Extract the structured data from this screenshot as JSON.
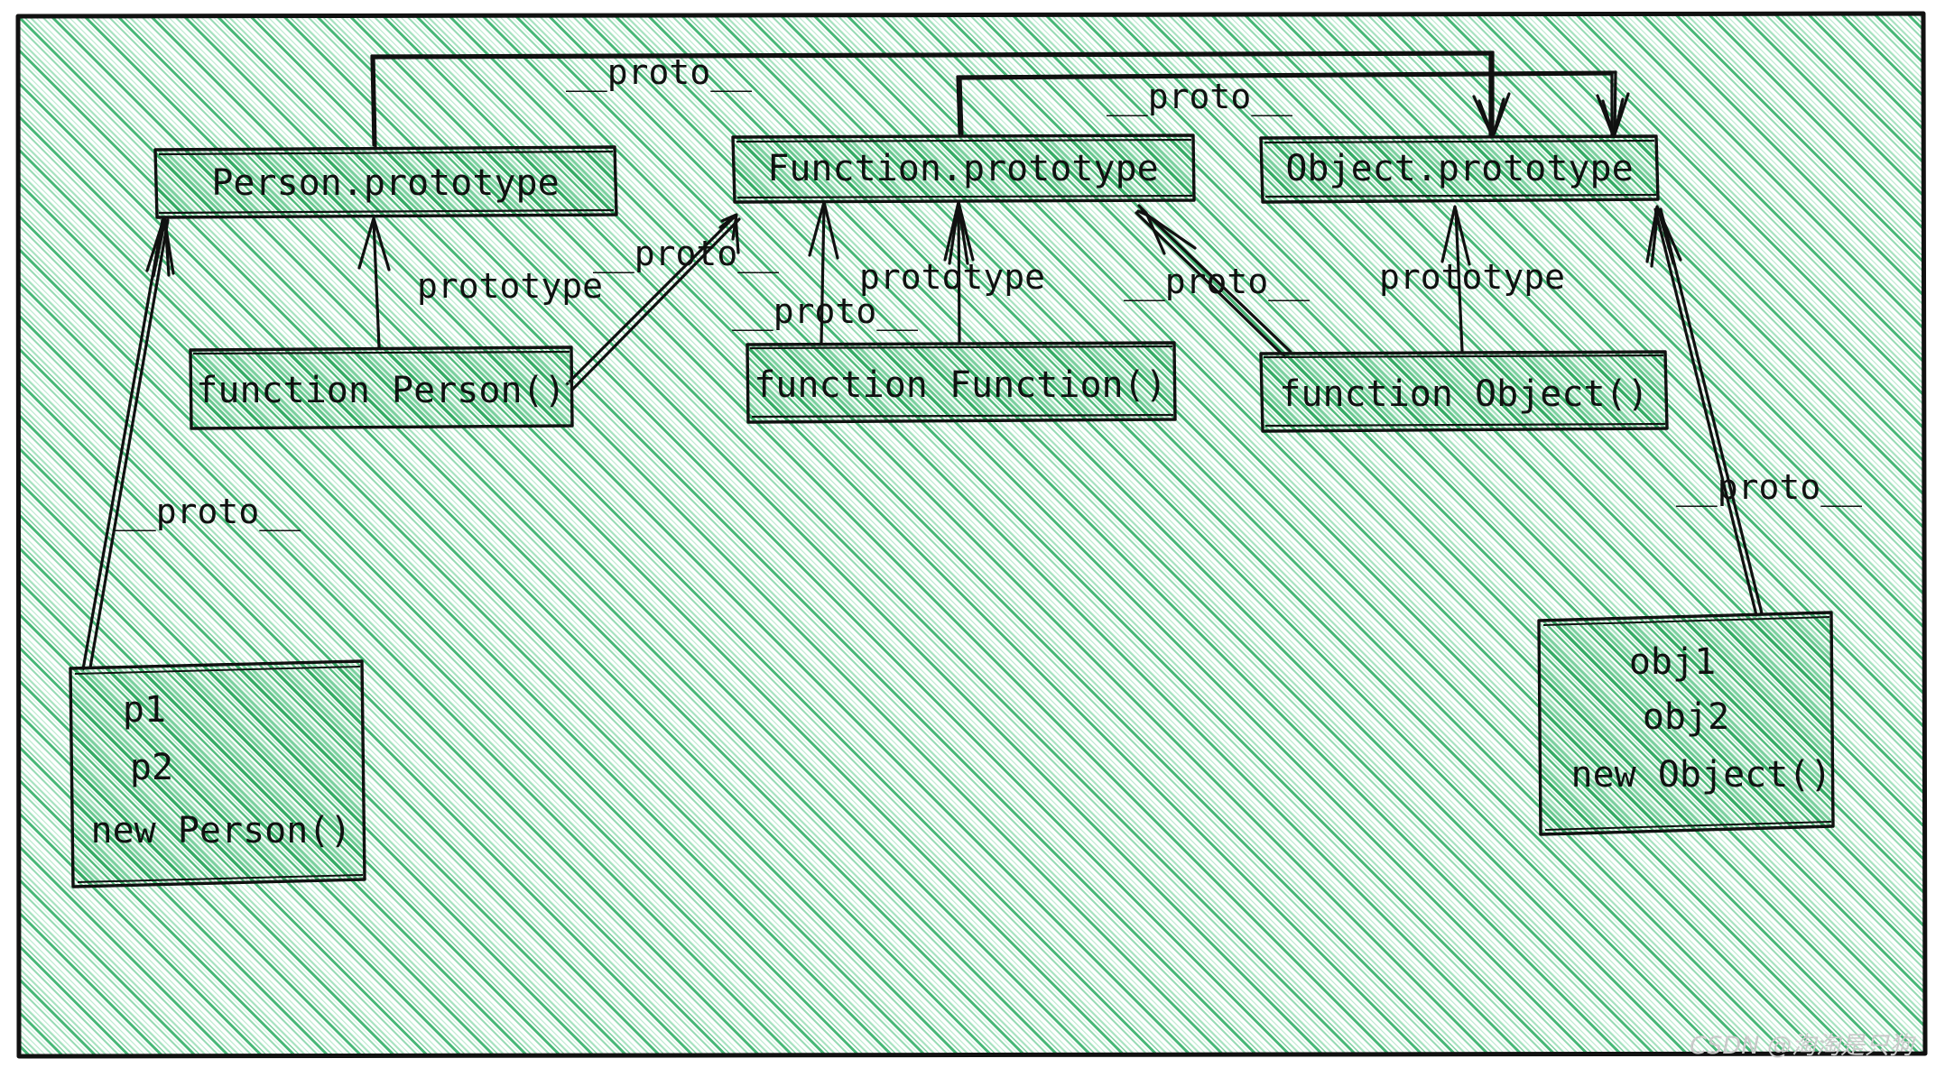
{
  "diagram": {
    "title": "JavaScript prototype chain diagram",
    "style": "hand-drawn sketch, green diagonal hatch fill",
    "colors": {
      "hatch": "#3cb36e",
      "stroke": "#111111",
      "background": "#ffffff",
      "watermark": "#c9c9c9"
    },
    "boxes": [
      {
        "id": "person-prototype",
        "label": "Person.prototype"
      },
      {
        "id": "function-prototype",
        "label": "Function.prototype"
      },
      {
        "id": "object-prototype",
        "label": "Object.prototype"
      },
      {
        "id": "function-person",
        "label": "function Person()"
      },
      {
        "id": "function-function",
        "label": "function Function()"
      },
      {
        "id": "function-object",
        "label": "function Object()"
      },
      {
        "id": "person-instances",
        "lines": [
          "p1",
          "p2",
          "new Person()"
        ]
      },
      {
        "id": "object-instances",
        "lines": [
          "obj1",
          "obj2",
          "new Object()"
        ]
      }
    ],
    "edges": [
      {
        "id": "edge-person-proto-to-object-proto",
        "label": "__proto__",
        "from": "person-prototype",
        "to": "object-prototype"
      },
      {
        "id": "edge-function-proto-to-object-proto",
        "label": "__proto__",
        "from": "function-prototype",
        "to": "object-prototype"
      },
      {
        "id": "edge-person-fn-prototype",
        "label": "prototype",
        "from": "function-person",
        "to": "person-prototype"
      },
      {
        "id": "edge-person-fn-proto",
        "label": "__proto__",
        "from": "function-person",
        "to": "function-prototype"
      },
      {
        "id": "edge-function-fn-proto",
        "label": "__proto__",
        "from": "function-function",
        "to": "function-prototype"
      },
      {
        "id": "edge-function-fn-prototype",
        "label": "prototype",
        "from": "function-function",
        "to": "function-prototype"
      },
      {
        "id": "edge-object-fn-proto",
        "label": "__proto__",
        "from": "function-object",
        "to": "function-prototype"
      },
      {
        "id": "edge-object-fn-prototype",
        "label": "prototype",
        "from": "function-object",
        "to": "object-prototype"
      },
      {
        "id": "edge-person-instances-proto",
        "label": "__proto__",
        "from": "person-instances",
        "to": "person-prototype"
      },
      {
        "id": "edge-object-instances-proto",
        "label": "__proto__",
        "from": "object-instances",
        "to": "object-prototype"
      }
    ],
    "labels": {
      "proto": "__proto__",
      "prototype": "prototype"
    },
    "watermark": "CSDN @淘淘是只狗"
  }
}
